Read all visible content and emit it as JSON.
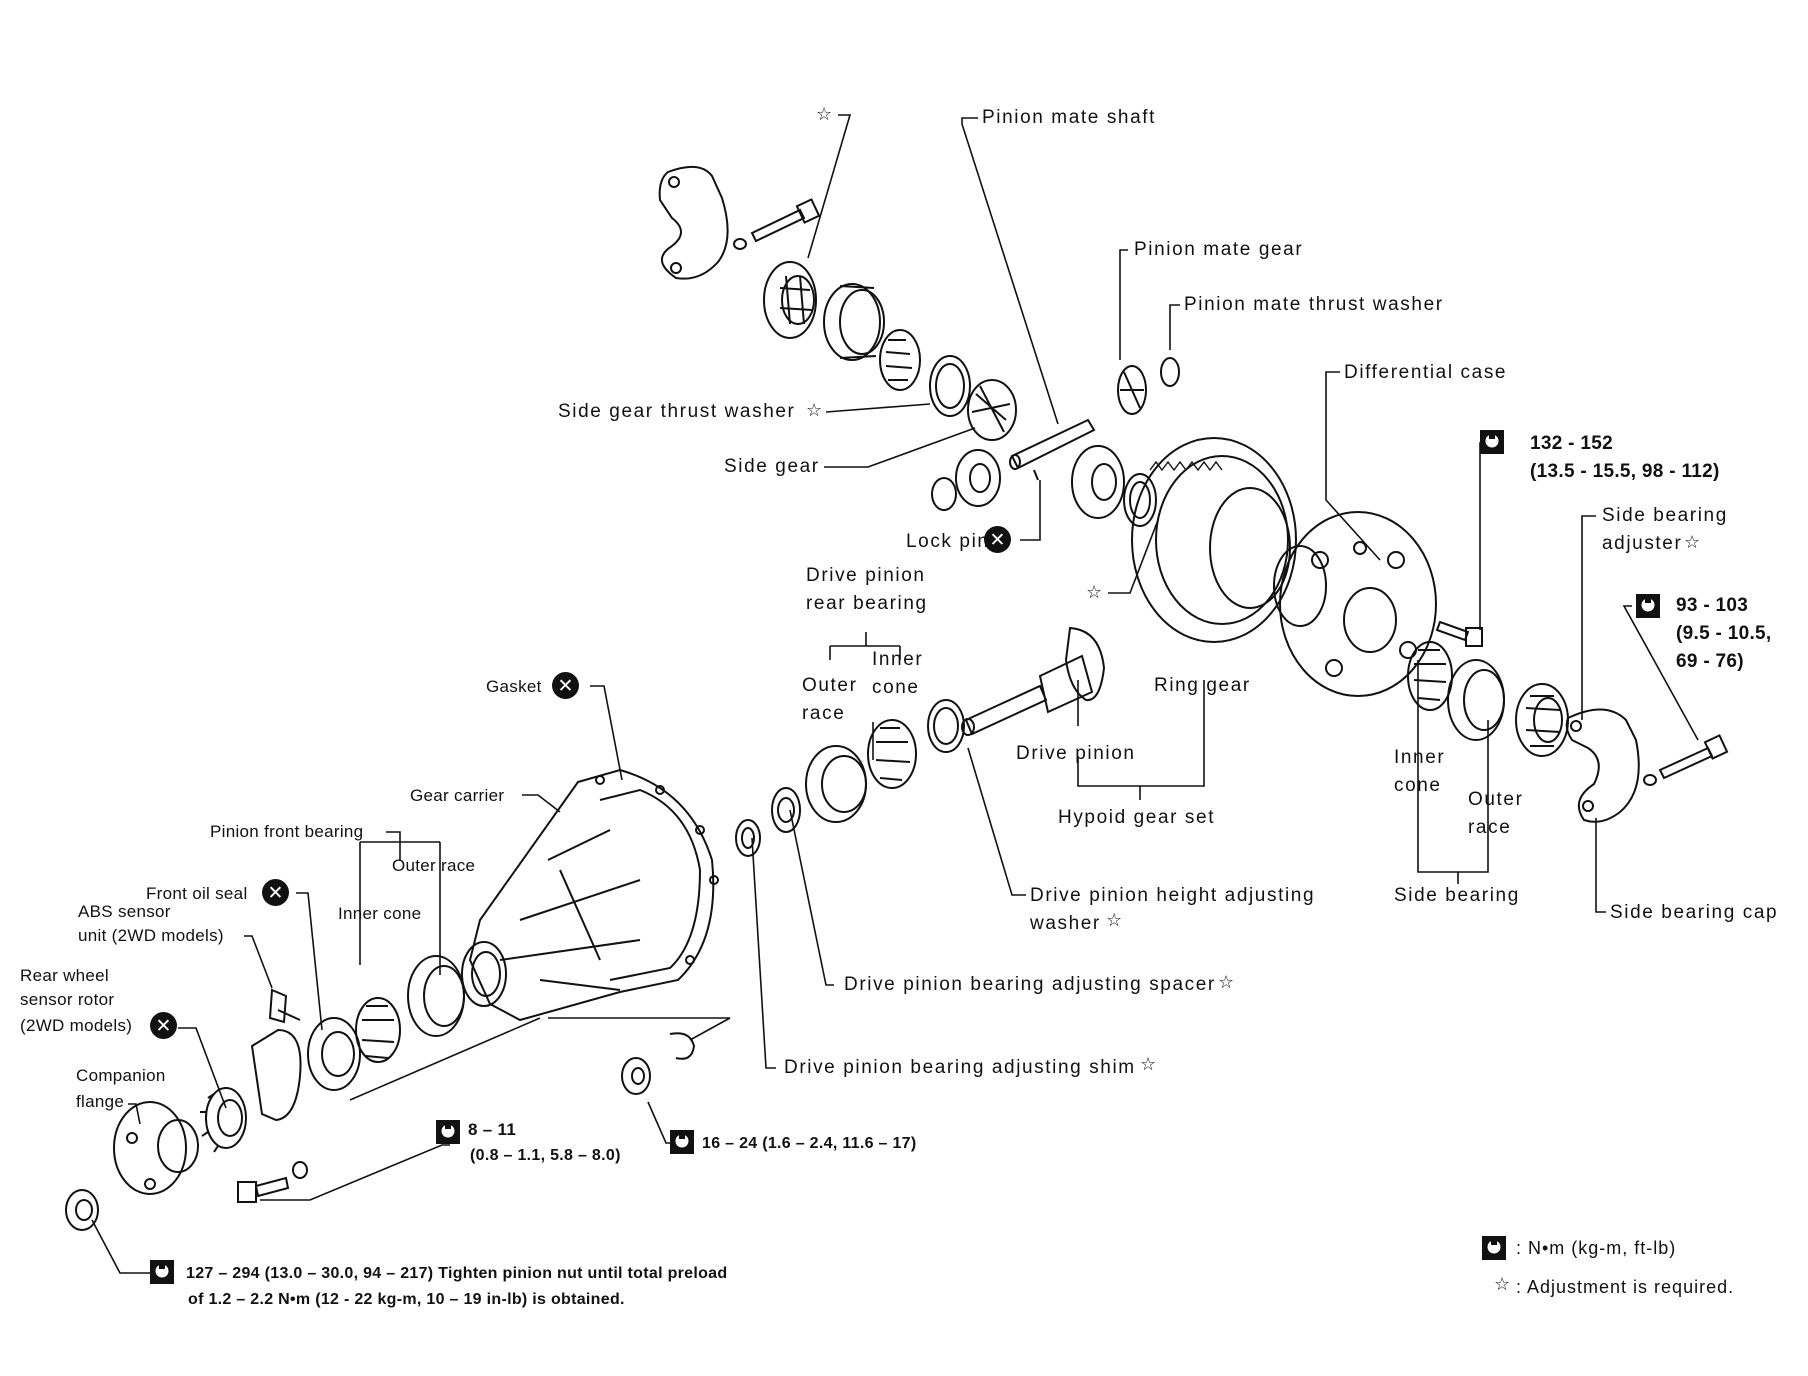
{
  "labels": {
    "pinion_mate_shaft": "Pinion mate shaft",
    "pinion_mate_gear": "Pinion mate gear",
    "pinion_mate_thrust_washer": "Pinion mate thrust washer",
    "differential_case": "Differential case",
    "side_gear_thrust_washer": "Side gear thrust washer",
    "side_gear": "Side gear",
    "lock_pin": "Lock pin",
    "torque_132_l1": "132 - 152",
    "torque_132_l2": "(13.5 - 15.5, 98 - 112)",
    "side_bearing_adjuster_l1": "Side bearing",
    "side_bearing_adjuster_l2": "adjuster",
    "drive_pinion_rear_bearing_l1": "Drive pinion",
    "drive_pinion_rear_bearing_l2": "rear bearing",
    "outer_race_rear_l1": "Outer",
    "outer_race_rear_l2": "race",
    "inner_cone_rear_l1": "Inner",
    "inner_cone_rear_l2": "cone",
    "torque_93_l1": "93 - 103",
    "torque_93_l2": "(9.5 - 10.5,",
    "torque_93_l3": "69 - 76)",
    "ring_gear": "Ring gear",
    "drive_pinion": "Drive pinion",
    "hypoid_gear_set": "Hypoid gear set",
    "gasket": "Gasket",
    "gear_carrier": "Gear carrier",
    "pinion_front_bearing": "Pinion front bearing",
    "outer_race_front": "Outer race",
    "inner_cone_front": "Inner cone",
    "front_oil_seal": "Front oil seal",
    "abs_sensor_l1": "ABS sensor",
    "abs_sensor_l2": "unit (2WD models)",
    "rear_wheel_sensor_l1": "Rear wheel",
    "rear_wheel_sensor_l2": "sensor rotor",
    "rear_wheel_sensor_l3": "(2WD models)",
    "companion_flange_l1": "Companion",
    "companion_flange_l2": "flange",
    "inner_cone_side_l1": "Inner",
    "inner_cone_side_l2": "cone",
    "outer_race_side_l1": "Outer",
    "outer_race_side_l2": "race",
    "side_bearing": "Side bearing",
    "side_bearing_cap": "Side bearing cap",
    "dp_height_washer_l1": "Drive pinion height adjusting",
    "dp_height_washer_l2": "washer",
    "dp_bearing_spacer": "Drive pinion bearing adjusting spacer",
    "dp_bearing_shim": "Drive pinion bearing adjusting shim",
    "torque_8_l1": "8 – 11",
    "torque_8_l2": "(0.8 – 1.1, 5.8 – 8.0)",
    "torque_16": "16 – 24 (1.6 – 2.4, 11.6 – 17)",
    "torque_127_l1": "127 – 294 (13.0 – 30.0, 94 – 217) Tighten pinion nut until total preload",
    "torque_127_l2": "of 1.2 – 2.2 N•m (12 - 22 kg-m, 10 – 19 in-lb) is obtained.",
    "legend_units": ": N•m (kg-m, ft-lb)",
    "legend_adjust": ": Adjustment is required."
  },
  "symbols": {
    "star": "☆",
    "replace": "✕"
  },
  "icons": {
    "torque": "torque-wrench-icon",
    "adjust": "star-icon",
    "replace": "x-circle-icon"
  }
}
